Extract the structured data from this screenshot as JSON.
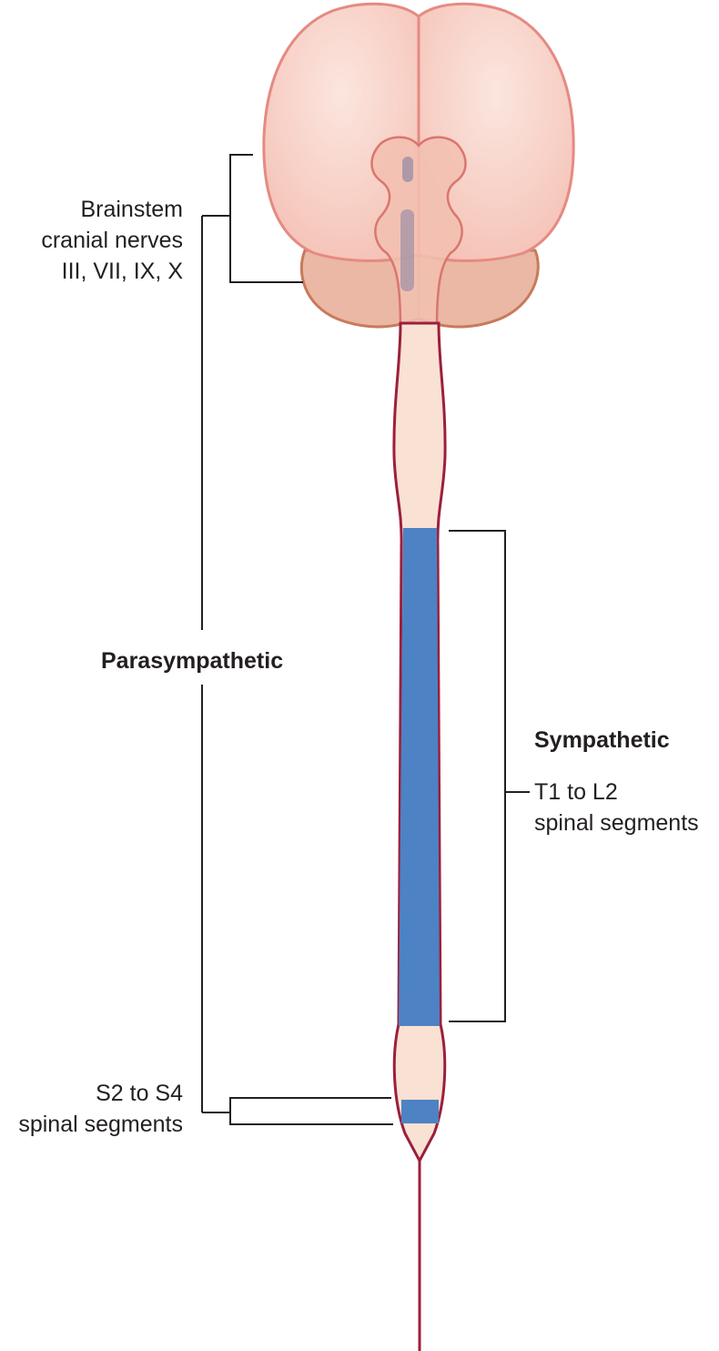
{
  "labels": {
    "brainstem": [
      "Brainstem",
      "cranial nerves",
      "III, VII, IX, X"
    ],
    "parasympathetic": "Parasympathetic",
    "sympathetic": "Sympathetic",
    "thoracolumbar": [
      "T1 to L2",
      "spinal segments"
    ],
    "sacral": [
      "S2 to S4",
      "spinal segments"
    ]
  },
  "colors": {
    "cerebrum_fill": "#f8d2c7",
    "cerebrum_stroke": "#e58a82",
    "cerebellum_fill": "#eab8a4",
    "cerebellum_stroke": "#c87a5c",
    "cord_fill": "#f9e1d3",
    "cord_stroke": "#9c1f3c",
    "autonomic_segment": "#4d82c4",
    "ventricle": "#9c8ea6",
    "bracket": "#231f20"
  }
}
